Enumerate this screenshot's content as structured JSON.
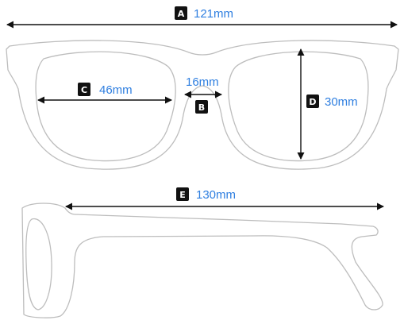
{
  "dimensions": [
    {
      "badge": "A",
      "value": "121mm"
    },
    {
      "badge": "B",
      "value": "16mm"
    },
    {
      "badge": "C",
      "value": "46mm"
    },
    {
      "badge": "D",
      "value": "30mm"
    },
    {
      "badge": "E",
      "value": "130mm"
    }
  ],
  "colors": {
    "label": "#2f7fe0",
    "badge": "#111111",
    "outline": "#bdbdbd",
    "arrow": "#111111"
  }
}
